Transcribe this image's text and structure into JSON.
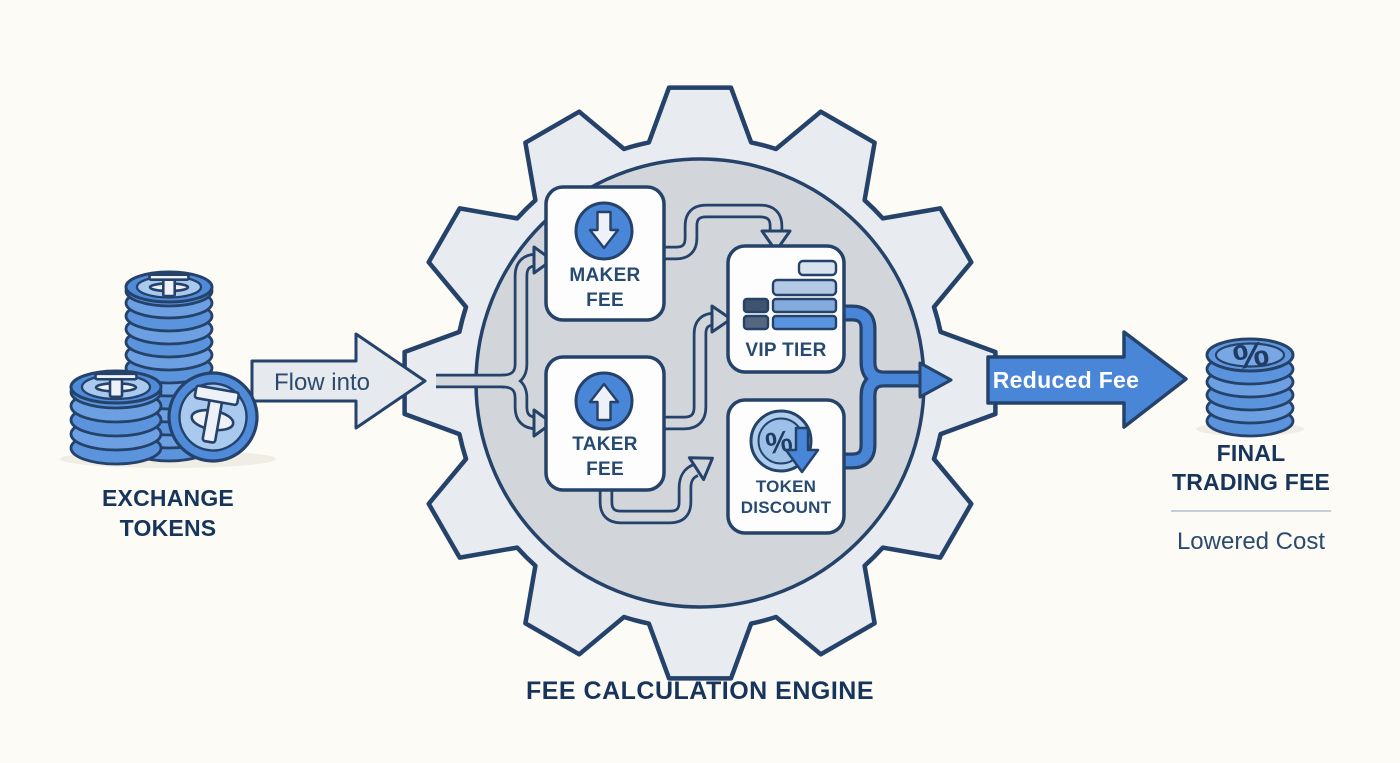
{
  "diagram": {
    "title": "FEE CALCULATION ENGINE",
    "source_label_line1": "EXCHANGE",
    "source_label_line2": "TOKENS",
    "flow_in_label": "Flow into",
    "nodes": {
      "maker": {
        "label_line1": "MAKER",
        "label_line2": "FEE",
        "icon": "arrow-down-circle-icon"
      },
      "taker": {
        "label_line1": "TAKER",
        "label_line2": "FEE",
        "icon": "arrow-up-circle-icon"
      },
      "vip": {
        "label": "VIP TIER",
        "icon": "tier-bars-icon"
      },
      "token": {
        "label_line1": "TOKEN",
        "label_line2": "DISCOUNT",
        "icon": "percent-coin-icon"
      }
    },
    "flow_out_label": "Reduced Fee",
    "result_label_line1": "FINAL",
    "result_label_line2": "TRADING FEE",
    "result_sublabel": "Lowered Cost",
    "token_symbol": "%",
    "colors": {
      "background": "#fcfbf5",
      "outline_navy": "#24426a",
      "accent_blue": "#4a86d8",
      "coin_face_blue": "#4f8bd9",
      "coin_rim_blue": "#5b93dc",
      "coin_inner_blue": "#a9c9ee",
      "gear_body": "#e8ebef",
      "gear_core": "#d2d6db"
    }
  }
}
